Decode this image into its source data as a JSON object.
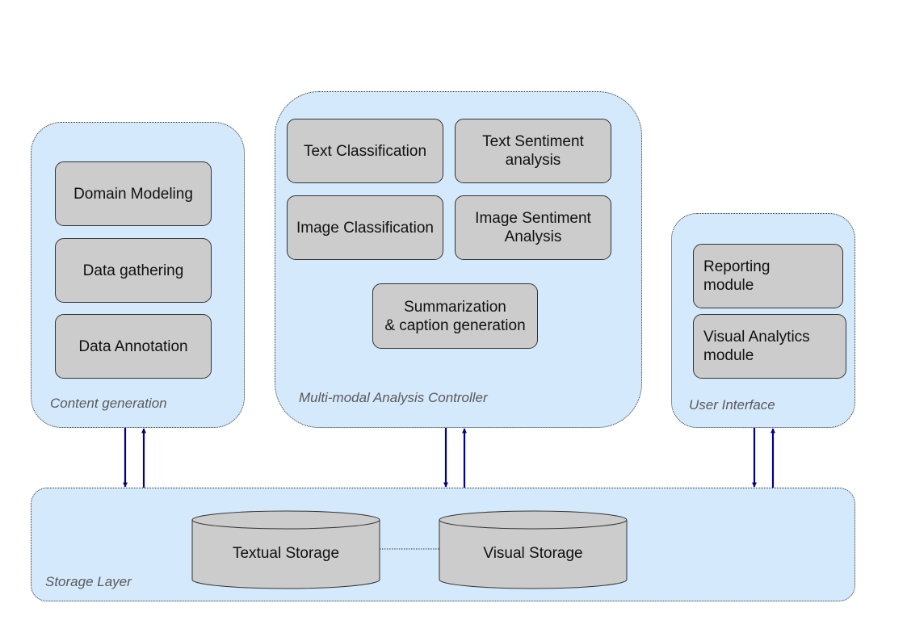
{
  "groups": {
    "content_generation": {
      "label": "Content generation",
      "items": [
        "Domain Modeling",
        "Data gathering",
        "Data Annotation"
      ]
    },
    "analysis_controller": {
      "label": "Multi-modal Analysis Controller",
      "items": [
        "Text Classification",
        "Text Sentiment\nanalysis",
        "Image Classification",
        "Image Sentiment\nAnalysis",
        "Summarization\n& caption generation"
      ]
    },
    "user_interface": {
      "label": "User Interface",
      "items": [
        "Reporting\nmodule",
        "Visual Analytics\nmodule"
      ]
    },
    "storage_layer": {
      "label": "Storage Layer",
      "stores": [
        "Textual Storage",
        "Visual Storage"
      ]
    }
  },
  "colors": {
    "group_fill": "#d5e9fc",
    "box_fill": "#cccccc",
    "arrow": "#000080"
  }
}
